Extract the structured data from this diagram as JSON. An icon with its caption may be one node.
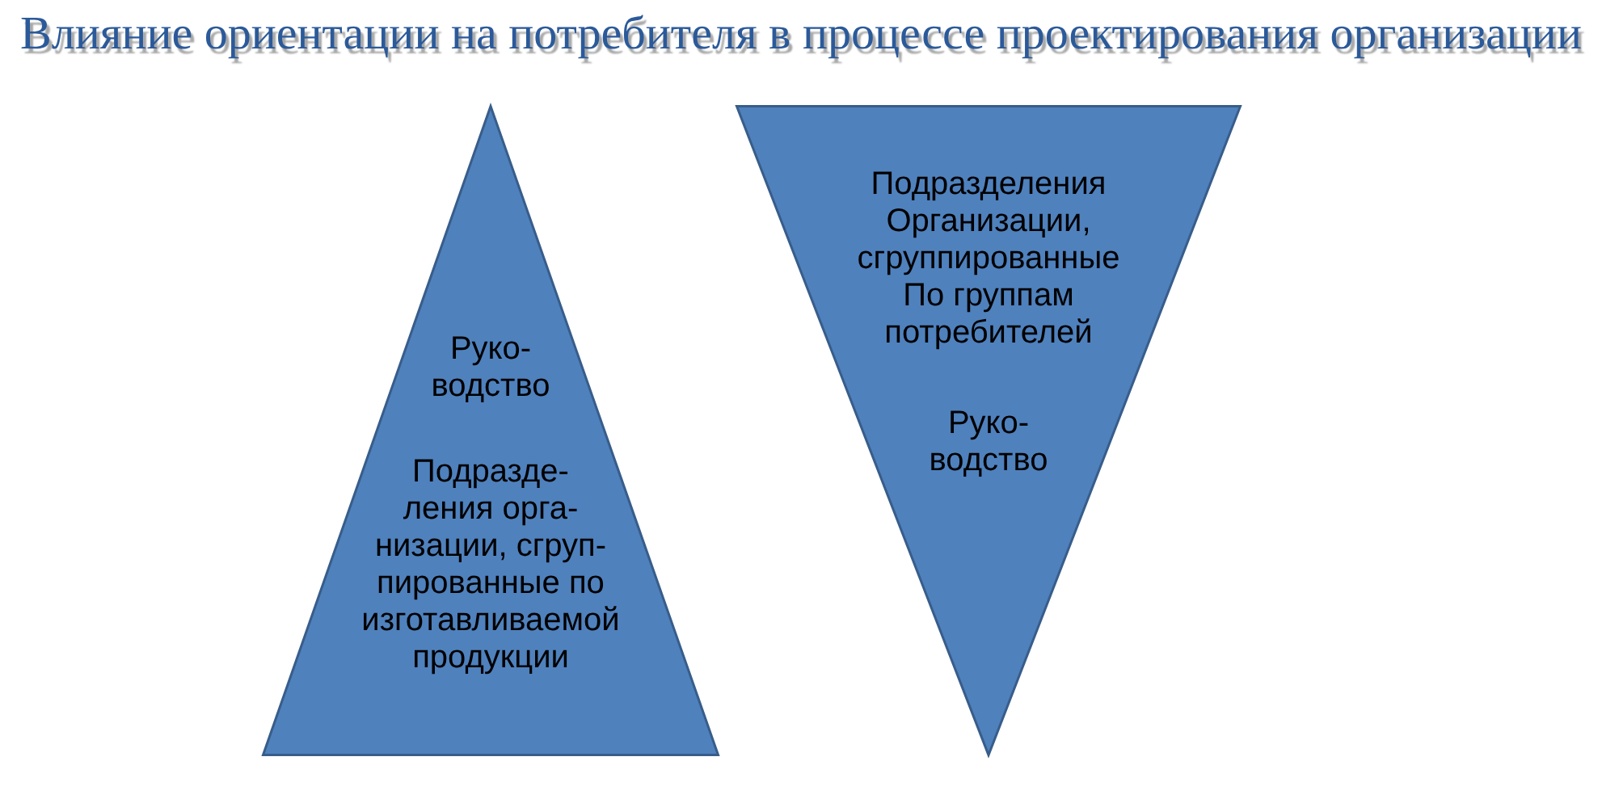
{
  "diagram": {
    "title": "Влияние ориентации на потребителя в процессе проектирования организации",
    "nodes": [
      {
        "text": [
          "Руко- водство",
          "Подразде- ления орга- низации, сгруп- пированные по изготавливаемой продукции"
        ]
      },
      {
        "text": [
          "Подразделения Организации, сгруппированные По группам потребителей",
          "Руко- водство"
        ]
      }
    ]
  }
}
